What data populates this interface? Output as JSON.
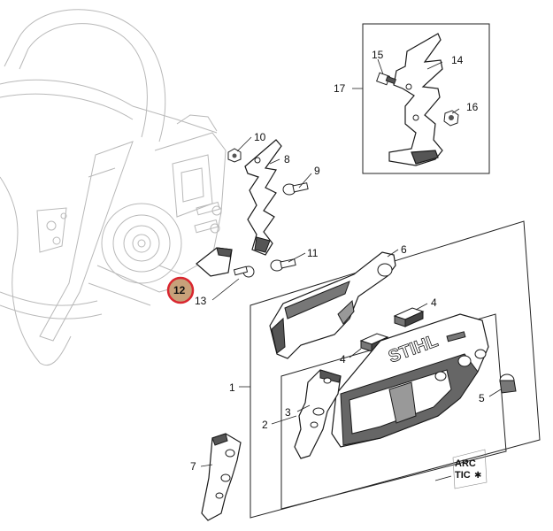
{
  "callouts": {
    "c1": "1",
    "c2": "2",
    "c3": "3",
    "c4a": "4",
    "c4b": "4",
    "c5": "5",
    "c6": "6",
    "c7": "7",
    "c8": "8",
    "c9": "9",
    "c10": "10",
    "c11": "11",
    "c12": "12",
    "c13": "13",
    "c14": "14",
    "c15": "15",
    "c16": "16",
    "c17": "17"
  },
  "cover_brand": "STIHL",
  "sticker": {
    "line1": "ARC",
    "line2": "TIC"
  },
  "colors": {
    "highlight_ring": "#d9262f",
    "highlight_fill": "#c7a17a",
    "part_fill": "#ffffff",
    "shade": "#555555",
    "ghost": "#b9b9b9"
  }
}
